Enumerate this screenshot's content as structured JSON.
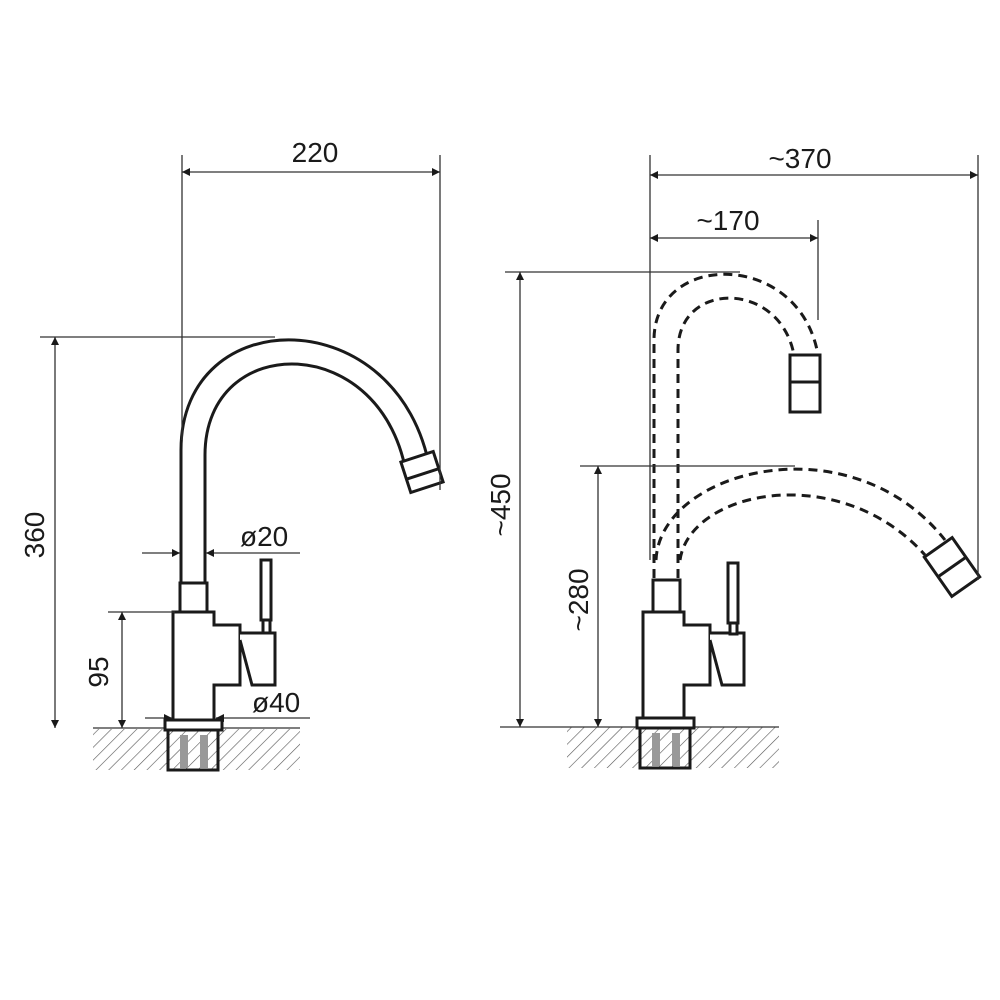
{
  "left_view": {
    "width_label": "220",
    "height_label": "360",
    "body_height_label": "95",
    "spout_diameter_label": "ø20",
    "base_diameter_label": "ø40"
  },
  "right_view": {
    "reach_label": "~370",
    "raised_reach_label": "~170",
    "raised_height_label": "~450",
    "lowered_height_label": "~280"
  }
}
